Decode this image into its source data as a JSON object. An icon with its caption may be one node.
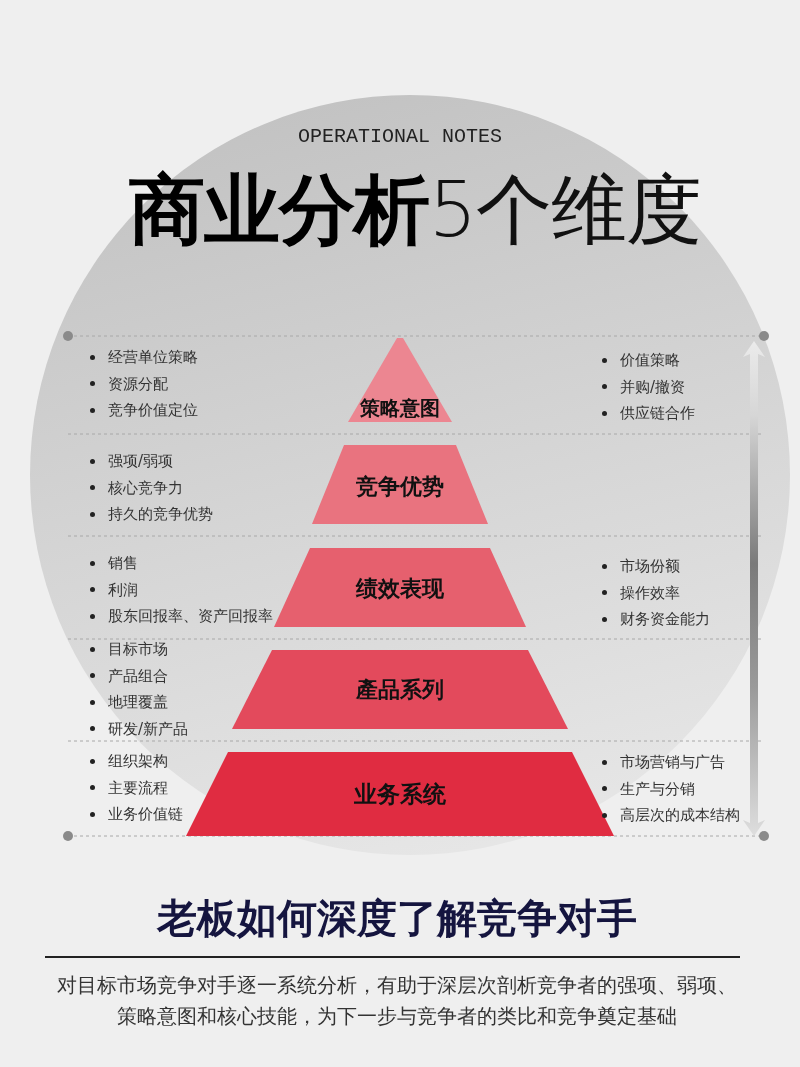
{
  "diagram": {
    "title": "**商业分析**5个维度",
    "nodes": [
      {
        "text": [
          "策略意图"
        ],
        "beside": [
          "经营单位策略",
          "资源分配",
          "竞争价值定位",
          "价值策略",
          "并购/撤资",
          "供应链合作"
        ]
      },
      {
        "text": [
          "竞争优势"
        ],
        "beside": [
          "强项/弱项",
          "核心竞争力",
          "持久的竞争优势"
        ]
      },
      {
        "text": [
          "绩效表现"
        ],
        "beside": [
          "销售",
          "利润",
          "股东回报率、资产回报率",
          "市场份额",
          "操作效率",
          "财务资金能力"
        ]
      },
      {
        "text": [
          "產品系列"
        ],
        "beside": [
          "目标市场",
          "产品组合",
          "地理覆盖",
          "研发/新产品"
        ]
      },
      {
        "text": [
          "业务系统"
        ],
        "beside": [
          "组织架构",
          "主要流程",
          "业务价值链",
          "市场营销与广告",
          "生产与分销",
          "高层次的成本结构"
        ]
      }
    ],
    "labels": [
      "OPERATIONAL NOTES",
      "老板如何深度了解竞争对手"
    ],
    "caption": "对目标市场竞争对手逐一系统分析，有助于深层次剖析竞争者的强项、弱项、策略意图和核心技能，为下一步与竞争者的类比和竞争奠定基础"
  }
}
